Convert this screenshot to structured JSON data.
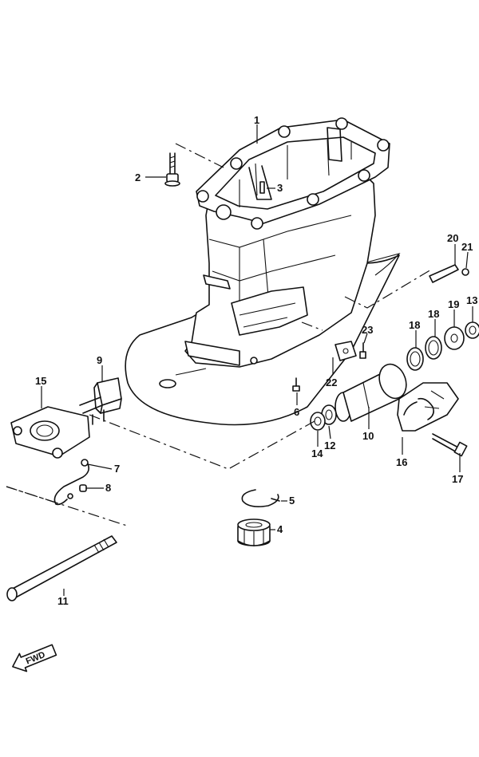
{
  "callouts": {
    "p1": "1",
    "p2": "2",
    "p3": "3",
    "p4": "4",
    "p5": "5",
    "p6": "6",
    "p7": "7",
    "p8": "8",
    "p9": "9",
    "p10": "10",
    "p11": "11",
    "p12": "12",
    "p13": "13",
    "p14": "14",
    "p15": "15",
    "p16": "16",
    "p17": "17",
    "p18a": "18",
    "p18b": "18",
    "p19": "19",
    "p20": "20",
    "p21": "21",
    "p22": "22",
    "p23": "23"
  },
  "direction_badge": {
    "label": "FWD",
    "icon": "arrow-left-icon"
  }
}
